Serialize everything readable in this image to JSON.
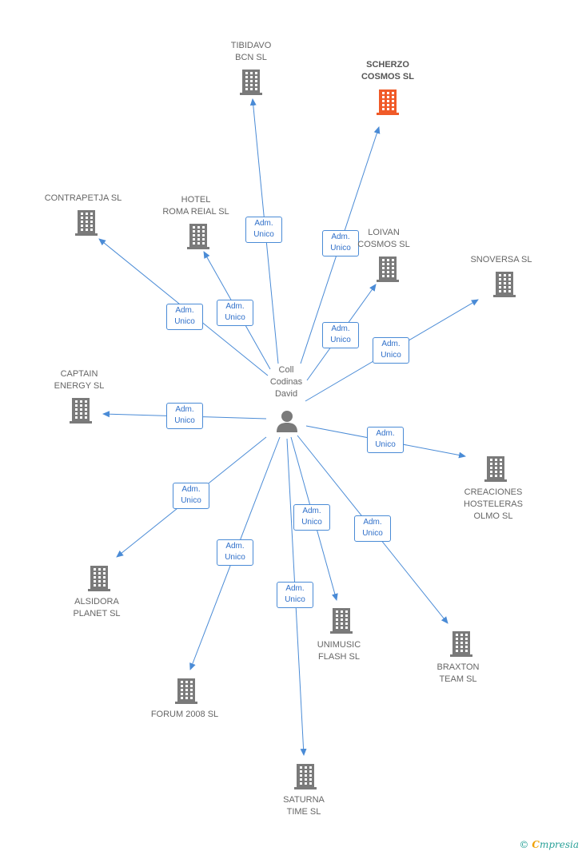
{
  "center": {
    "name": "Coll\nCodinas\nDavid",
    "icon": "person-icon"
  },
  "role_label": {
    "line1": "Adm.",
    "line2": "Unico"
  },
  "companies": [
    {
      "id": "tibidavo",
      "label": "TIBIDAVO\nBCN SL",
      "highlight": false
    },
    {
      "id": "scherzo",
      "label": "SCHERZO\nCOSMOS SL",
      "highlight": true
    },
    {
      "id": "contrapetja",
      "label": "CONTRAPETJA SL",
      "highlight": false
    },
    {
      "id": "hotel-roma",
      "label": "HOTEL\nROMA REIAL SL",
      "highlight": false
    },
    {
      "id": "loivan",
      "label": "LOIVAN\nCOSMOS SL",
      "highlight": false
    },
    {
      "id": "snoversa",
      "label": "SNOVERSA SL",
      "highlight": false
    },
    {
      "id": "captain",
      "label": "CAPTAIN\nENERGY SL",
      "highlight": false
    },
    {
      "id": "creaciones",
      "label": "CREACIONES\nHOSTELERAS\nOLMO SL",
      "highlight": false
    },
    {
      "id": "alsidora",
      "label": "ALSIDORA\nPLANET SL",
      "highlight": false
    },
    {
      "id": "unimusic",
      "label": "UNIMUSIC\nFLASH  SL",
      "highlight": false
    },
    {
      "id": "braxton",
      "label": "BRAXTON\nTEAM SL",
      "highlight": false
    },
    {
      "id": "forum",
      "label": "FORUM 2008  SL",
      "highlight": false
    },
    {
      "id": "saturna",
      "label": "SATURNA\nTIME SL",
      "highlight": false
    }
  ],
  "colors": {
    "edge": "#4a8bd6",
    "building": "#7a7a7a",
    "building_highlight": "#f05a28",
    "person": "#7a7a7a"
  },
  "footer": {
    "copyright": "©",
    "brand_first": "C",
    "brand_rest": "mpresia"
  }
}
